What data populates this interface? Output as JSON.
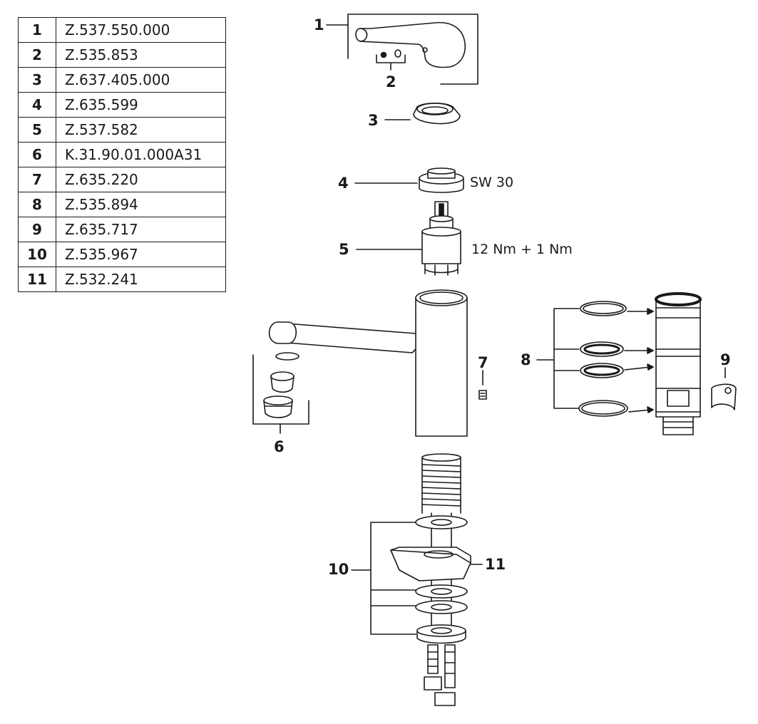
{
  "parts_table": [
    {
      "number": "1",
      "code": "Z.537.550.000"
    },
    {
      "number": "2",
      "code": "Z.535.853"
    },
    {
      "number": "3",
      "code": "Z.637.405.000"
    },
    {
      "number": "4",
      "code": "Z.635.599"
    },
    {
      "number": "5",
      "code": "Z.537.582"
    },
    {
      "number": "6",
      "code": "K.31.90.01.000A31"
    },
    {
      "number": "7",
      "code": "Z.635.220"
    },
    {
      "number": "8",
      "code": "Z.535.894"
    },
    {
      "number": "9",
      "code": "Z.635.717"
    },
    {
      "number": "10",
      "code": "Z.535.967"
    },
    {
      "number": "11",
      "code": "Z.532.241"
    }
  ],
  "callouts": {
    "c1": "1",
    "c2": "2",
    "c3": "3",
    "c4": "4",
    "c5": "5",
    "c6": "6",
    "c7": "7",
    "c8": "8",
    "c9": "9",
    "c10": "10",
    "c11": "11"
  },
  "annotations": {
    "wrench_size": "SW 30",
    "torque": "12 Nm + 1 Nm"
  }
}
